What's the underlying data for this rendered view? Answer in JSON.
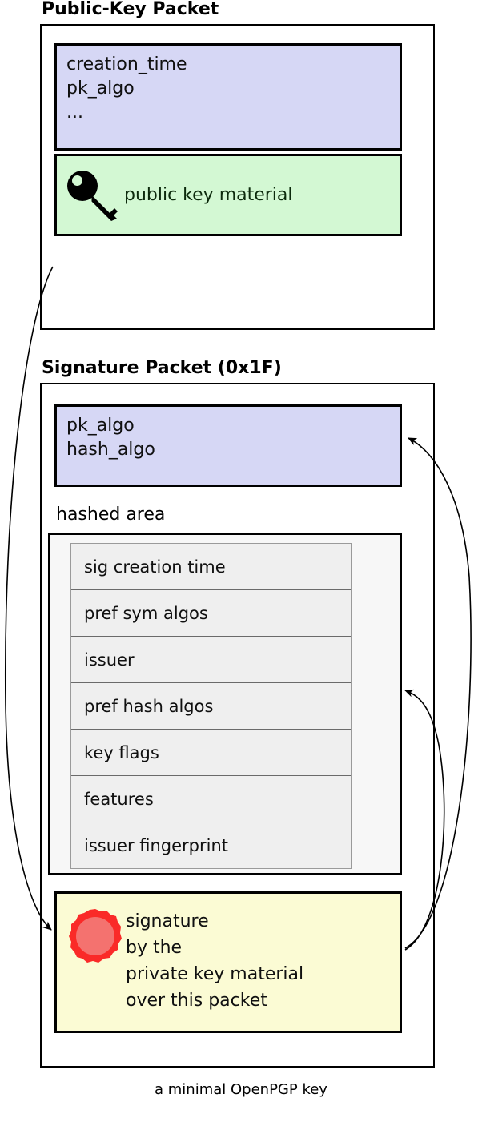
{
  "caption": "a minimal OpenPGP key",
  "colors": {
    "field_bg": "#d6d7f5",
    "keymat_bg": "#d3f8d3",
    "keymat_text": "#0c2a0c",
    "hashed_area_bg": "#f7f7f7",
    "subpacket_bg": "#efefef",
    "signature_bg": "#fbfbd4",
    "seal_ring": "#fa2a28",
    "seal_fill": "#f4726f",
    "stroke": "#000000"
  },
  "public_key_packet": {
    "title": "Public-Key Packet",
    "fields": {
      "icon": "fields-block",
      "lines": [
        "creation_time",
        "pk_algo",
        "..."
      ]
    },
    "key_material": {
      "icon": "key-icon",
      "label": "public key material"
    }
  },
  "signature_packet": {
    "title": "Signature Packet (0x1F)",
    "fields": {
      "lines": [
        "pk_algo",
        "hash_algo"
      ]
    },
    "hashed_area": {
      "label": "hashed area",
      "subpackets": [
        "sig creation time",
        "pref sym algos",
        "issuer",
        "pref hash algos",
        "key flags",
        "features",
        "issuer fingerprint"
      ]
    },
    "signature": {
      "icon": "seal-icon",
      "lines": [
        "signature",
        "by the",
        "private key material",
        "over this packet"
      ]
    }
  }
}
